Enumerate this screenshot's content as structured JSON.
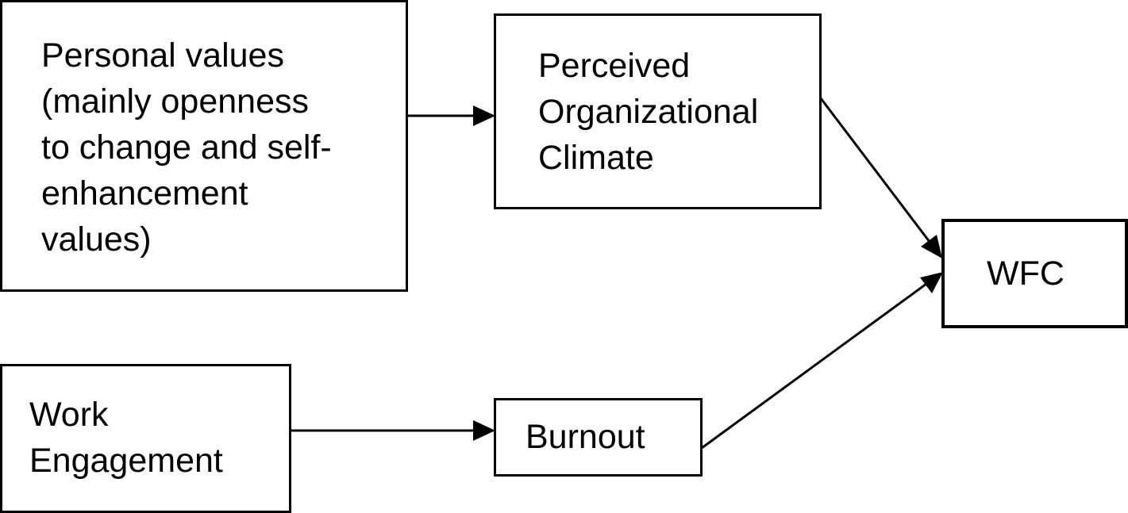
{
  "diagram": {
    "nodes": {
      "personal_values": {
        "lines": [
          "Personal values",
          "(mainly openness",
          "to change and self-",
          "enhancement",
          "values)"
        ]
      },
      "perceived_climate": {
        "lines": [
          "Perceived",
          "Organizational",
          "Climate"
        ]
      },
      "wfc": {
        "lines": [
          "WFC"
        ]
      },
      "work_engagement": {
        "lines": [
          "Work",
          "Engagement"
        ]
      },
      "burnout": {
        "lines": [
          "Burnout"
        ]
      }
    },
    "edges": [
      {
        "from": "personal_values",
        "to": "perceived_climate"
      },
      {
        "from": "perceived_climate",
        "to": "wfc"
      },
      {
        "from": "work_engagement",
        "to": "burnout"
      },
      {
        "from": "burnout",
        "to": "wfc"
      }
    ],
    "colors": {
      "stroke": "#000000",
      "background": "#ffffff"
    }
  }
}
